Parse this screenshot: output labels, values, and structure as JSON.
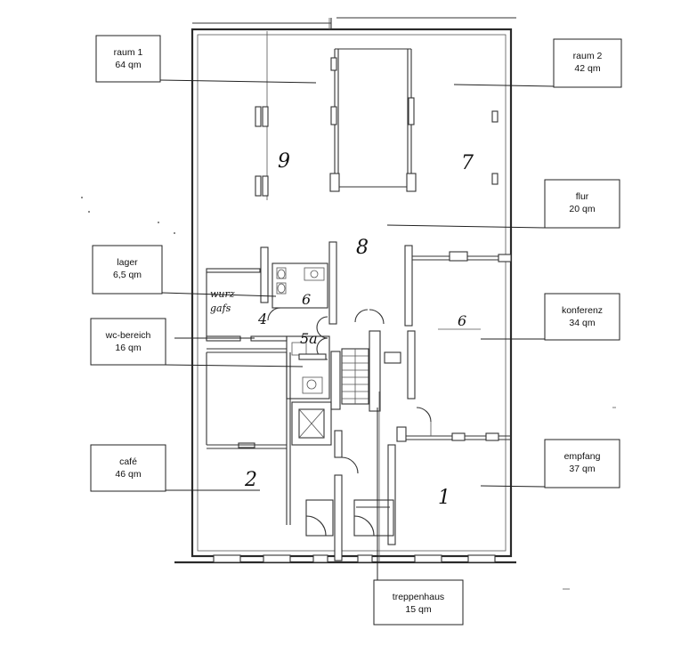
{
  "labels": {
    "raum1": {
      "name": "raum 1",
      "area": "64 qm"
    },
    "raum2": {
      "name": "raum 2",
      "area": "42 qm"
    },
    "flur": {
      "name": "flur",
      "area": "20 qm"
    },
    "lager": {
      "name": "lager",
      "area": "6,5 qm"
    },
    "wc": {
      "name": "wc-bereich",
      "area": "16 qm"
    },
    "konferenz": {
      "name": "konferenz",
      "area": "34 qm"
    },
    "cafe": {
      "name": "café",
      "area": "46 qm"
    },
    "empfang": {
      "name": "empfang",
      "area": "37 qm"
    },
    "treppenhaus": {
      "name": "treppenhaus",
      "area": "15 qm"
    }
  },
  "room_numbers": {
    "r9": "9",
    "r7": "7",
    "r8": "8",
    "r6": "6",
    "r5a": "5a",
    "r4": "4",
    "r6b": "6",
    "r2": "2",
    "r1": "1"
  },
  "scribble": {
    "line1": "wurz",
    "line2": "gafs"
  }
}
